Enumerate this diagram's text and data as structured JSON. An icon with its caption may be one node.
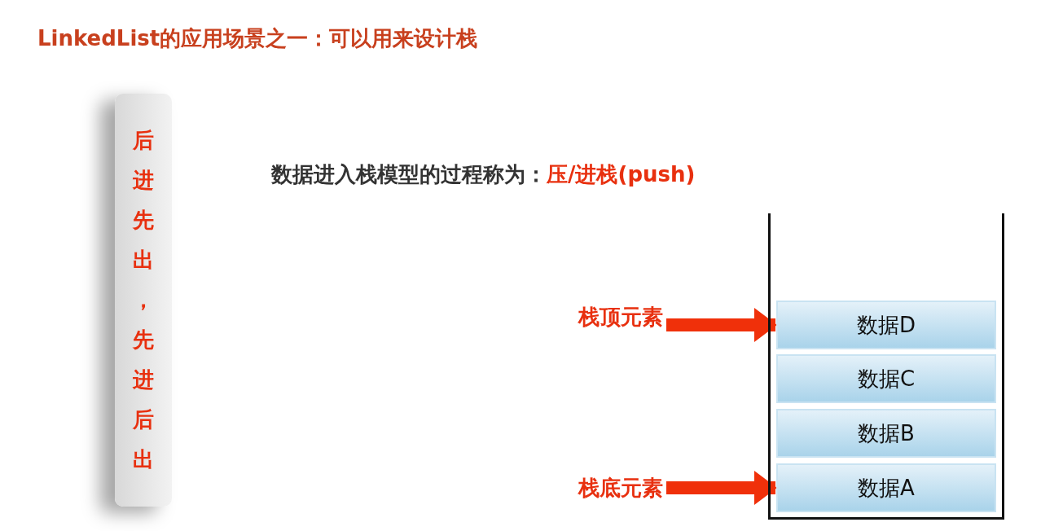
{
  "diagram": {
    "title": "LinkedList的应用场景之一：可以用来设计栈",
    "nodes": [
      {
        "text": [
          "后进先出，先进后出"
        ]
      },
      {
        "text": [],
        "shape": "box"
      },
      {
        "text": [
          "数据D"
        ],
        "in": 1
      },
      {
        "text": [
          "数据C"
        ],
        "in": 1
      },
      {
        "text": [
          "数据B"
        ],
        "in": 1
      },
      {
        "text": [
          "数据A"
        ],
        "in": 1
      },
      {
        "text": [
          "栈顶元素"
        ]
      },
      {
        "text": [
          "栈底元素"
        ]
      }
    ],
    "edges": [
      {
        "from": 6,
        "to": 2,
        "arrow": "to"
      },
      {
        "from": 7,
        "to": 5,
        "arrow": "to"
      }
    ],
    "labels": [
      "数据进入栈模型的过程称为：",
      "压/进栈(push)"
    ]
  }
}
